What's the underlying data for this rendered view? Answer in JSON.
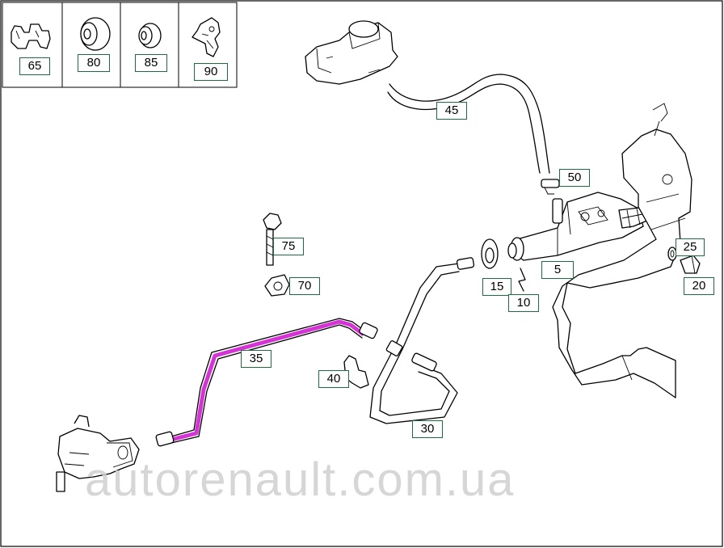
{
  "legend_parts": [
    {
      "id": "65",
      "icon": "clip-icon"
    },
    {
      "id": "80",
      "icon": "grommet-icon"
    },
    {
      "id": "85",
      "icon": "bushing-icon"
    },
    {
      "id": "90",
      "icon": "bracket-clip-icon"
    }
  ],
  "callouts": {
    "p5": "5",
    "p10": "10",
    "p15": "15",
    "p20": "20",
    "p25": "25",
    "p30": "30",
    "p35": "35",
    "p40": "40",
    "p45": "45",
    "p50": "50",
    "p70": "70",
    "p75": "75"
  },
  "watermark": "autorenault.com.ua",
  "colors": {
    "highlight": "#d633d6",
    "callout_border": "#1f6b3f"
  }
}
